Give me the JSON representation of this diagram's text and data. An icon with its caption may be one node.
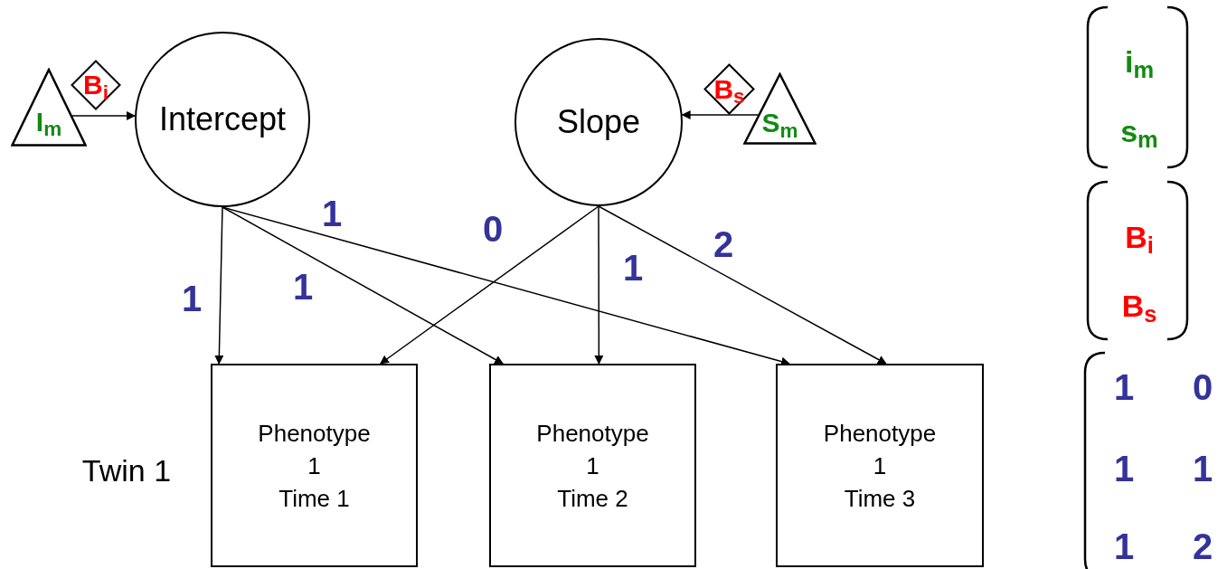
{
  "diagram": {
    "nodes": [
      {
        "text": [
          "I$_{m}$"
        ]
      },
      {
        "text": [
          "B$_{i}$"
        ]
      },
      {
        "text": [
          "Intercept"
        ]
      },
      {
        "text": [
          "Slope"
        ]
      },
      {
        "text": [
          "B$_{s}$"
        ]
      },
      {
        "text": [
          "S$_{m}$"
        ]
      },
      {
        "text": [
          "Phenotype",
          "1",
          "Time 1"
        ]
      },
      {
        "text": [
          "Phenotype",
          "1",
          "Time 2"
        ]
      },
      {
        "text": [
          "Phenotype",
          "1",
          "Time 3"
        ]
      }
    ],
    "edges": [
      {
        "from": 0,
        "to": 2,
        "arrow": "to"
      },
      {
        "from": 5,
        "to": 3,
        "arrow": "to"
      },
      {
        "from": 2,
        "to": 6,
        "arrow": "to",
        "label": "1"
      },
      {
        "from": 2,
        "to": 7,
        "arrow": "to",
        "label": "1"
      },
      {
        "from": 2,
        "to": 8,
        "arrow": "to",
        "label": "1"
      },
      {
        "from": 3,
        "to": 6,
        "arrow": "to",
        "label": "0"
      },
      {
        "from": 3,
        "to": 7,
        "arrow": "to",
        "label": "1"
      },
      {
        "from": 3,
        "to": 8,
        "arrow": "to",
        "label": "2"
      }
    ],
    "labels": [
      "Twin 1",
      "i$_{m}$",
      "s$_{m}$",
      "B$_{i}$",
      "B$_{s}$",
      "1",
      "0",
      "1",
      "1",
      "1",
      "2"
    ]
  }
}
